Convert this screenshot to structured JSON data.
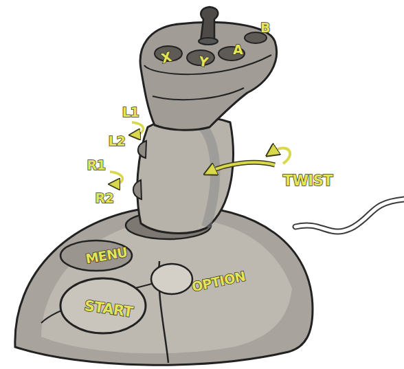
{
  "diagram": {
    "labels": [
      "X",
      "Y",
      "A",
      "B",
      "L1",
      "L2",
      "R1",
      "R2",
      "TWIST",
      "MENU",
      "START",
      "OPTION"
    ]
  }
}
